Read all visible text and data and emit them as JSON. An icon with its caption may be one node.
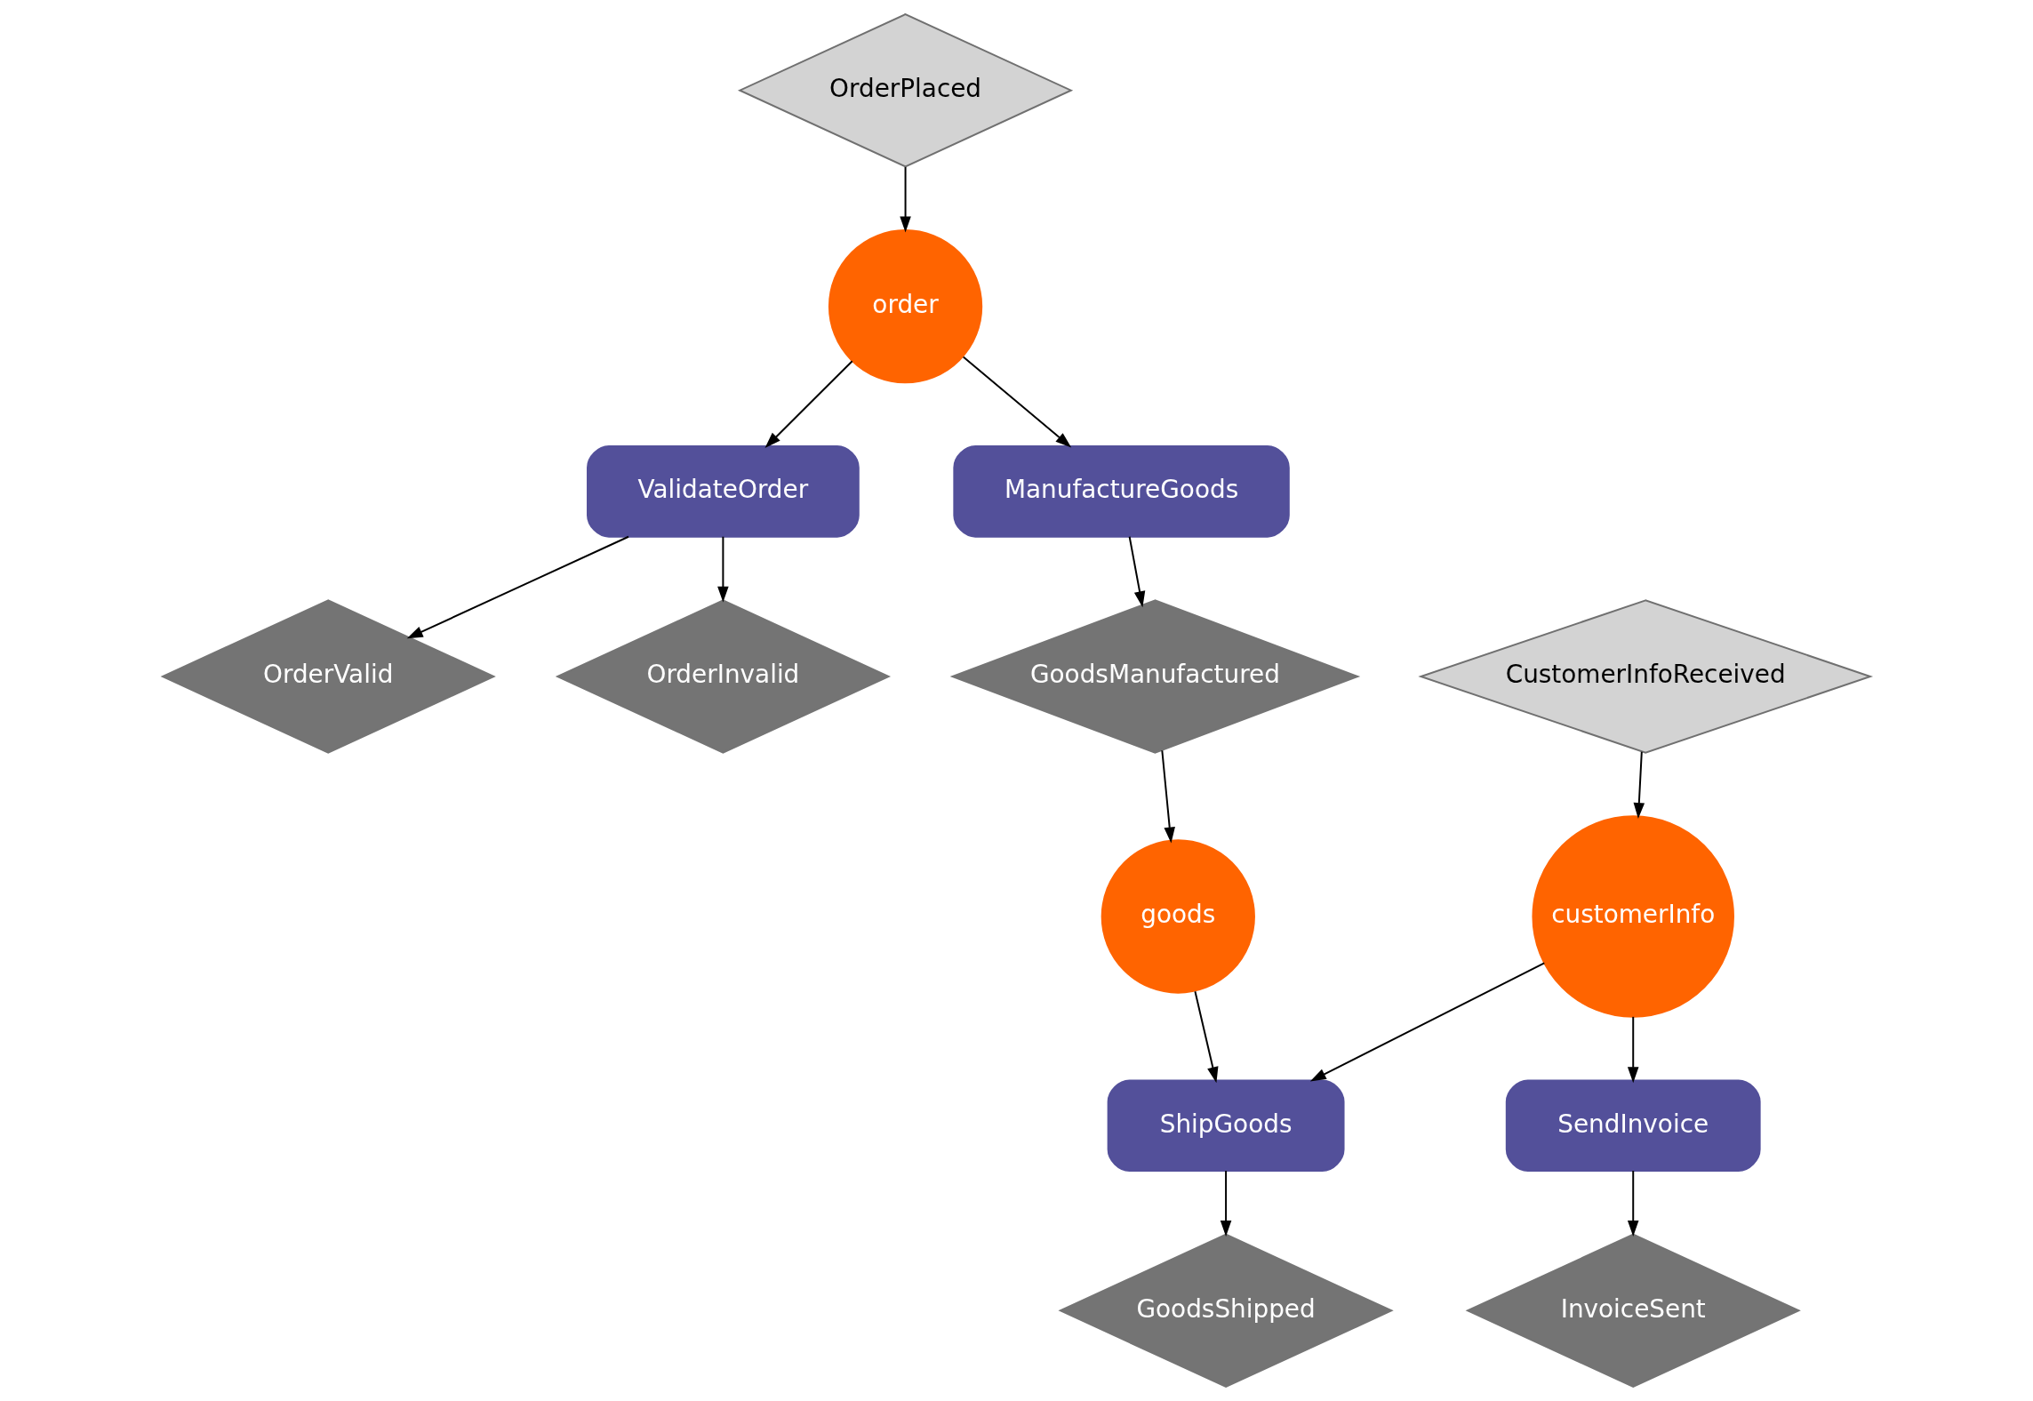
{
  "diagram": {
    "nodes": [
      {
        "text": [
          "OrderPlaced"
        ]
      },
      {
        "text": [
          "order"
        ]
      },
      {
        "text": [
          "ValidateOrder"
        ]
      },
      {
        "text": [
          "ManufactureGoods"
        ]
      },
      {
        "text": [
          "OrderValid"
        ]
      },
      {
        "text": [
          "OrderInvalid"
        ]
      },
      {
        "text": [
          "GoodsManufactured"
        ]
      },
      {
        "text": [
          "CustomerInfoReceived"
        ]
      },
      {
        "text": [
          "goods"
        ]
      },
      {
        "text": [
          "customerInfo"
        ]
      },
      {
        "text": [
          "ShipGoods"
        ]
      },
      {
        "text": [
          "SendInvoice"
        ]
      },
      {
        "text": [
          "GoodsShipped"
        ]
      },
      {
        "text": [
          "InvoiceSent"
        ]
      }
    ],
    "edges": [
      {
        "from": 0,
        "to": 1,
        "arrow": "to"
      },
      {
        "from": 1,
        "to": 2,
        "arrow": "to"
      },
      {
        "from": 1,
        "to": 3,
        "arrow": "to"
      },
      {
        "from": 2,
        "to": 4,
        "arrow": "to"
      },
      {
        "from": 2,
        "to": 5,
        "arrow": "to"
      },
      {
        "from": 3,
        "to": 6,
        "arrow": "to"
      },
      {
        "from": 6,
        "to": 8,
        "arrow": "to"
      },
      {
        "from": 7,
        "to": 9,
        "arrow": "to"
      },
      {
        "from": 8,
        "to": 10,
        "arrow": "to"
      },
      {
        "from": 9,
        "to": 10,
        "arrow": "to"
      },
      {
        "from": 9,
        "to": 11,
        "arrow": "to"
      },
      {
        "from": 10,
        "to": 12,
        "arrow": "to"
      },
      {
        "from": 11,
        "to": 13,
        "arrow": "to"
      }
    ]
  }
}
